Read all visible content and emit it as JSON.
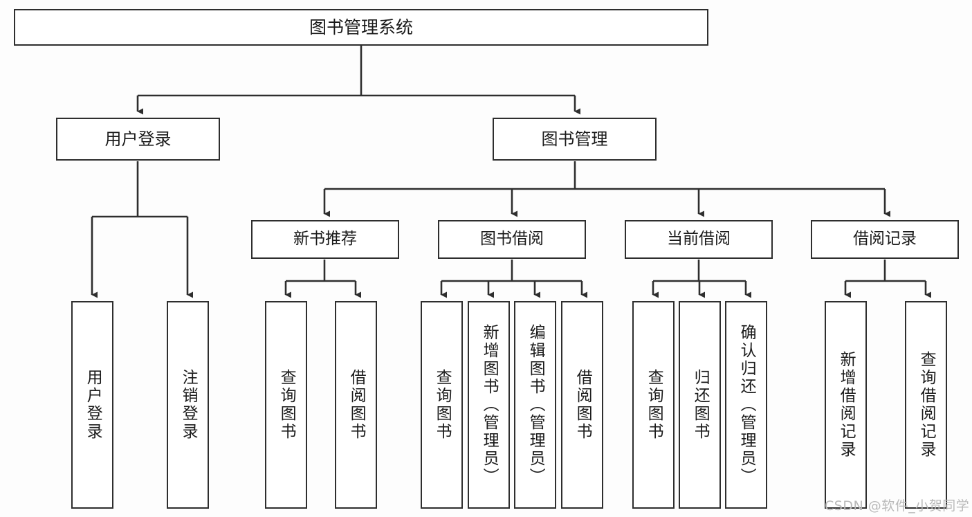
{
  "diagram": {
    "type": "tree",
    "title": "图书管理系统",
    "colors": {
      "border": "#2e2e2e",
      "box_fill": "#ffffff",
      "text": "#1b1b1b",
      "connector": "#2e2e2e",
      "watermark": "#b9b9b9",
      "canvas": "#fdfdfd"
    },
    "root": {
      "label": "图书管理系统"
    },
    "level1": [
      {
        "label": "用户登录"
      },
      {
        "label": "图书管理"
      }
    ],
    "level2": [
      {
        "label": "新书推荐"
      },
      {
        "label": "图书借阅"
      },
      {
        "label": "当前借阅"
      },
      {
        "label": "借阅记录"
      }
    ],
    "leaves": {
      "user_login": [
        {
          "label": "用户登录"
        },
        {
          "label": "注销登录"
        }
      ],
      "new_book": [
        {
          "label": "查询图书"
        },
        {
          "label": "借阅图书"
        }
      ],
      "book_borrow": [
        {
          "label": "查询图书"
        },
        {
          "label": "新增图书（管理员）"
        },
        {
          "label": "编辑图书（管理员）"
        },
        {
          "label": "借阅图书"
        }
      ],
      "current_borrow": [
        {
          "label": "查询图书"
        },
        {
          "label": "归还图书"
        },
        {
          "label": "确认归还（管理员）"
        }
      ],
      "borrow_record": [
        {
          "label": "新增借阅记录"
        },
        {
          "label": "查询借阅记录"
        }
      ]
    },
    "watermark": {
      "text": "CSDN @软件_小贺同学"
    }
  }
}
